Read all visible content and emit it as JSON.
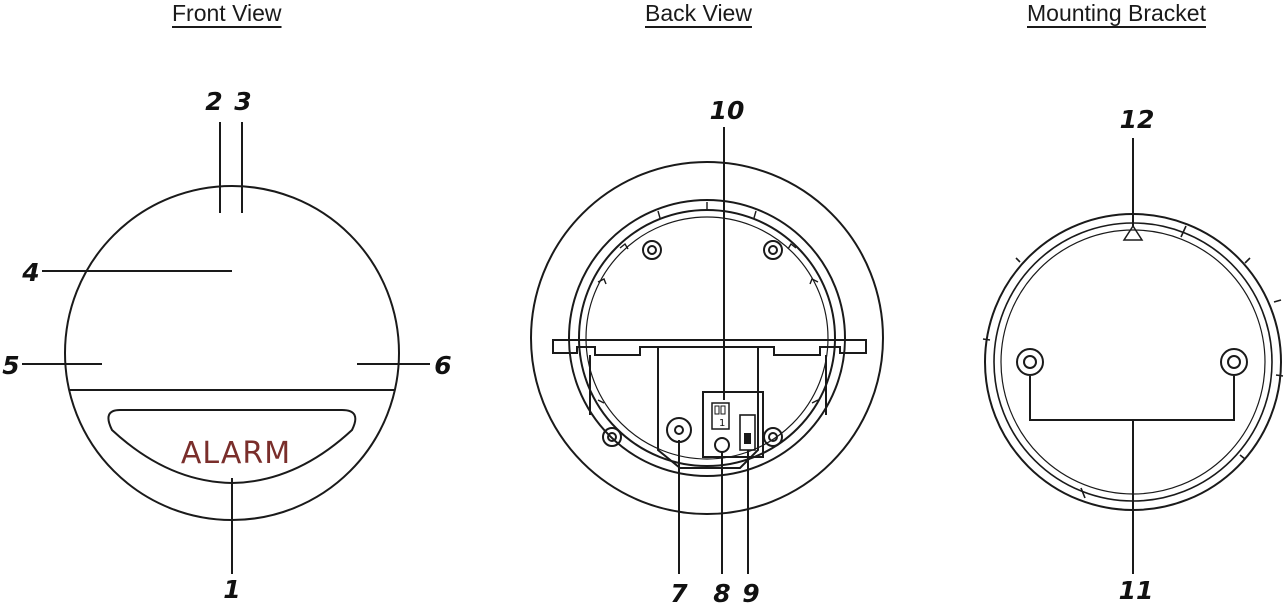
{
  "titles": {
    "front": "Front View",
    "back": "Back View",
    "bracket": "Mounting Bracket"
  },
  "front_view": {
    "window_text": "ALARM",
    "window_text_color": "#7a2e2b"
  },
  "back_view": {
    "switch_label": "1"
  },
  "callouts": {
    "c1": "1",
    "c2": "2",
    "c3": "3",
    "c4": "4",
    "c5": "5",
    "c6": "6",
    "c7": "7",
    "c8": "8",
    "c9": "9",
    "c10": "10",
    "c11": "11",
    "c12": "12"
  },
  "colors": {
    "line": "#1a1a1a",
    "alarm_text": "#7a2e2b"
  }
}
